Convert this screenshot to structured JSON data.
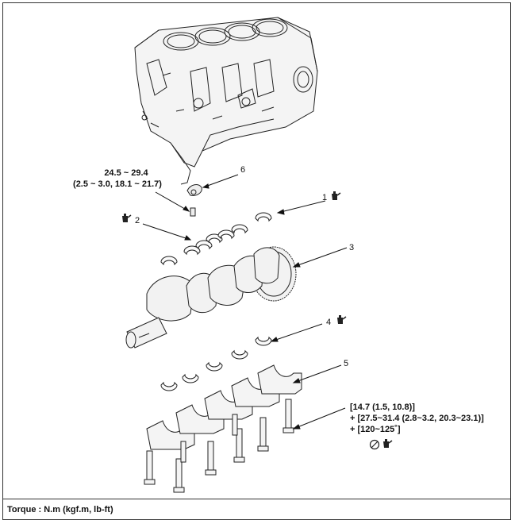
{
  "torque_top": {
    "line1": "24.5 ~ 29.4",
    "line2": "(2.5 ~ 3.0, 18.1 ~ 21.7)"
  },
  "torque_bottom": {
    "line1": "[14.7 (1.5, 10.8)]",
    "line2": "+ [27.5~31.4 (2.8~3.2, 20.3~23.1)]",
    "line3": "+ [120~125˚]"
  },
  "callouts": {
    "c1": "1",
    "c2": "2",
    "c3": "3",
    "c4": "4",
    "c5": "5",
    "c6": "6"
  },
  "footer": {
    "text": "Torque : N.m (kgf.m, lb-ft)"
  },
  "icons": {
    "oil_can": "oil-can-icon",
    "no_reuse": "no-reuse-icon"
  }
}
